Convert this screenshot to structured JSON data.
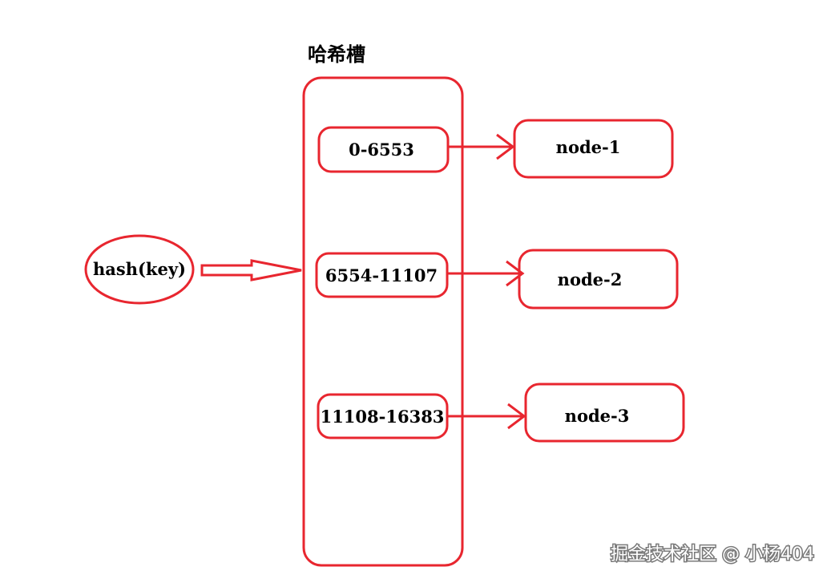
{
  "title": "哈希槽",
  "hash_input": "hash(key)",
  "slots": [
    {
      "range": "0-6553",
      "node": "node-1"
    },
    {
      "range": "6554-11107",
      "node": "node-2"
    },
    {
      "range": "11108-16383",
      "node": "node-3"
    }
  ],
  "watermark": "掘金技术社区 @ 小杨404",
  "colors": {
    "stroke": "#e8262f",
    "text": "#000000",
    "background": "#ffffff"
  }
}
